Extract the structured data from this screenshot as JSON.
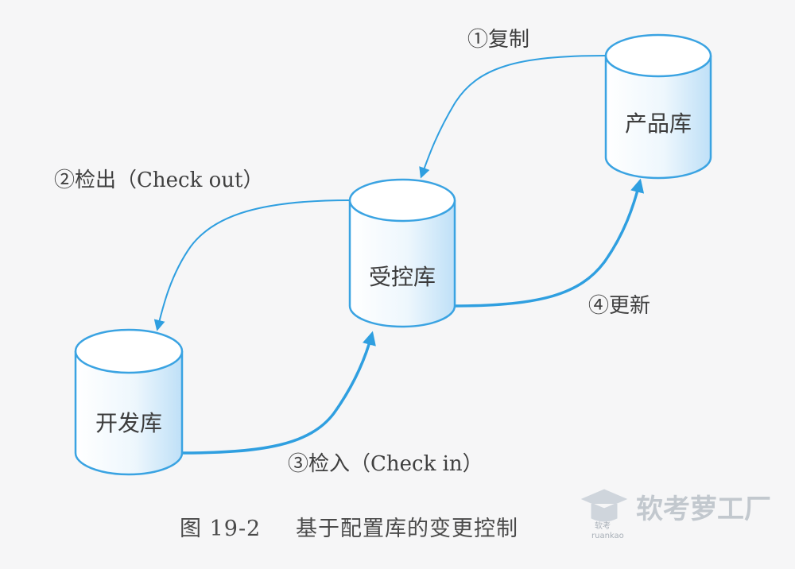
{
  "repositories": {
    "product": "产品库",
    "controlled": "受控库",
    "development": "开发库"
  },
  "steps": {
    "copy": "①复制",
    "checkout": "②检出（Check out）",
    "checkin": "③检入（Check in）",
    "update": "④更新"
  },
  "caption": {
    "number": "图 19-2",
    "title": "基于配置库的变更控制"
  },
  "watermark": {
    "text": "软考萝工厂",
    "small": "软考",
    "sub": "ruankao"
  },
  "colors": {
    "line": "#2f9fe0",
    "cylinder_edge": "#3aa3e2",
    "cylinder_fill": "#d6ecfb",
    "background": "#f6f6f7"
  }
}
